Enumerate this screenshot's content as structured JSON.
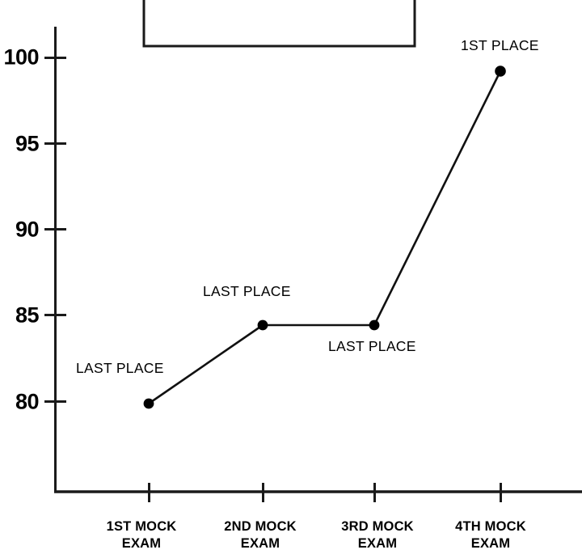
{
  "chart_data": {
    "type": "line",
    "title": "",
    "xlabel": "",
    "ylabel": "",
    "categories": [
      "1ST MOCK\nEXAM",
      "2ND MOCK\nEXAM",
      "3RD MOCK\nEXAM",
      "4TH MOCK\nEXAM"
    ],
    "values": [
      80.0,
      84.4,
      84.4,
      99.2
    ],
    "point_labels": [
      "LAST PLACE",
      "LAST PLACE",
      "LAST PLACE",
      "1ST PLACE"
    ],
    "ylim": [
      76.5,
      101.8
    ],
    "yticks": [
      80,
      85,
      90,
      95,
      100
    ],
    "ytick_labels": [
      "80",
      "85",
      "90",
      "95",
      "100"
    ],
    "grid": false,
    "legend": "none",
    "marker": "circle",
    "line_color": "#000000",
    "marker_color": "#000000",
    "background_color": "#ffffff"
  },
  "axes": {
    "y_tick_labels": [
      "100",
      "95",
      "90",
      "85",
      "80"
    ],
    "x_tick_labels": [
      {
        "line1": "1ST MOCK",
        "line2": "EXAM"
      },
      {
        "line1": "2ND MOCK",
        "line2": "EXAM"
      },
      {
        "line1": "3RD MOCK",
        "line2": "EXAM"
      },
      {
        "line1": "4TH MOCK",
        "line2": "EXAM"
      }
    ]
  },
  "annotations": [
    {
      "text": "LAST PLACE"
    },
    {
      "text": "LAST PLACE"
    },
    {
      "text": "LAST PLACE"
    },
    {
      "text": "1ST PLACE"
    }
  ],
  "title_box": {
    "text": ""
  }
}
